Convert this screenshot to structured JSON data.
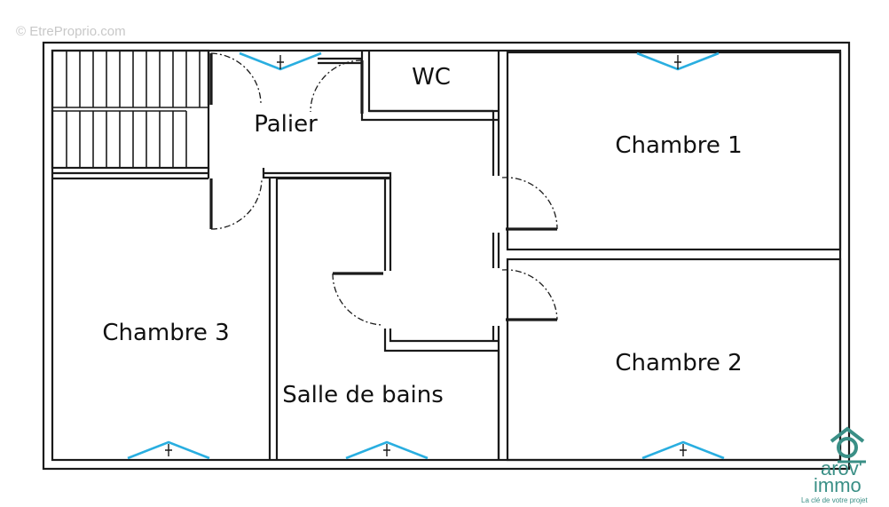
{
  "watermark": "© EtreProprio.com",
  "rooms": {
    "palier": "Palier",
    "wc": "WC",
    "chambre1": "Chambre 1",
    "chambre2": "Chambre 2",
    "chambre3": "Chambre 3",
    "salle_de_bains": "Salle de bains"
  },
  "logo": {
    "line1": "arov'",
    "line2": "immo",
    "tagline": "La clé de votre projet"
  },
  "colors": {
    "wall": "#1a1a1a",
    "window": "#29aee0",
    "logo": "#3a8f86"
  }
}
